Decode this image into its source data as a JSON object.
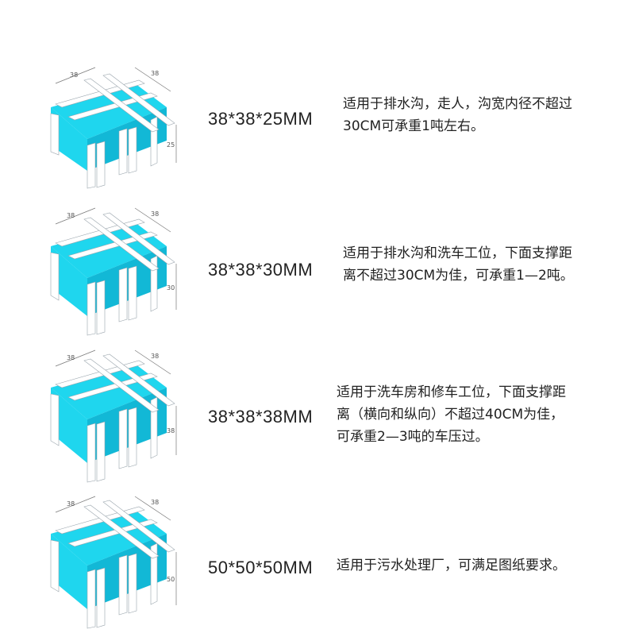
{
  "items": [
    {
      "dim_top_left": "38",
      "dim_top_right": "38",
      "dim_height": "25",
      "size": "38*38*25MM",
      "lines": [
        "适用于排水沟，走人，沟宽内径不超过",
        "30CM可承重1吨左右。"
      ]
    },
    {
      "dim_top_left": "38",
      "dim_top_right": "38",
      "dim_height": "30",
      "size": "38*38*30MM",
      "lines": [
        "适用于排水沟和洗车工位，下面支撑距",
        "离不超过30CM为佳，可承重1—2吨。"
      ]
    },
    {
      "dim_top_left": "38",
      "dim_top_right": "38",
      "dim_height": "38",
      "size": "38*38*38MM",
      "lines": [
        "适用于洗车房和修车工位，下面支撑距",
        "离（横向和纵向）不超过40CM为佳，",
        "可承重2—3吨的车压过。"
      ]
    },
    {
      "dim_top_left": "38",
      "dim_top_right": "38",
      "dim_height": "50",
      "size": "50*50*50MM",
      "lines": [
        "适用于污水处理厂，可满足图纸要求。"
      ]
    }
  ],
  "colors": {
    "cyan": "#1fd6ee",
    "cyan_dark": "#12b8d6",
    "bar_face": "#ffffff",
    "outline": "#9aa5ad"
  }
}
